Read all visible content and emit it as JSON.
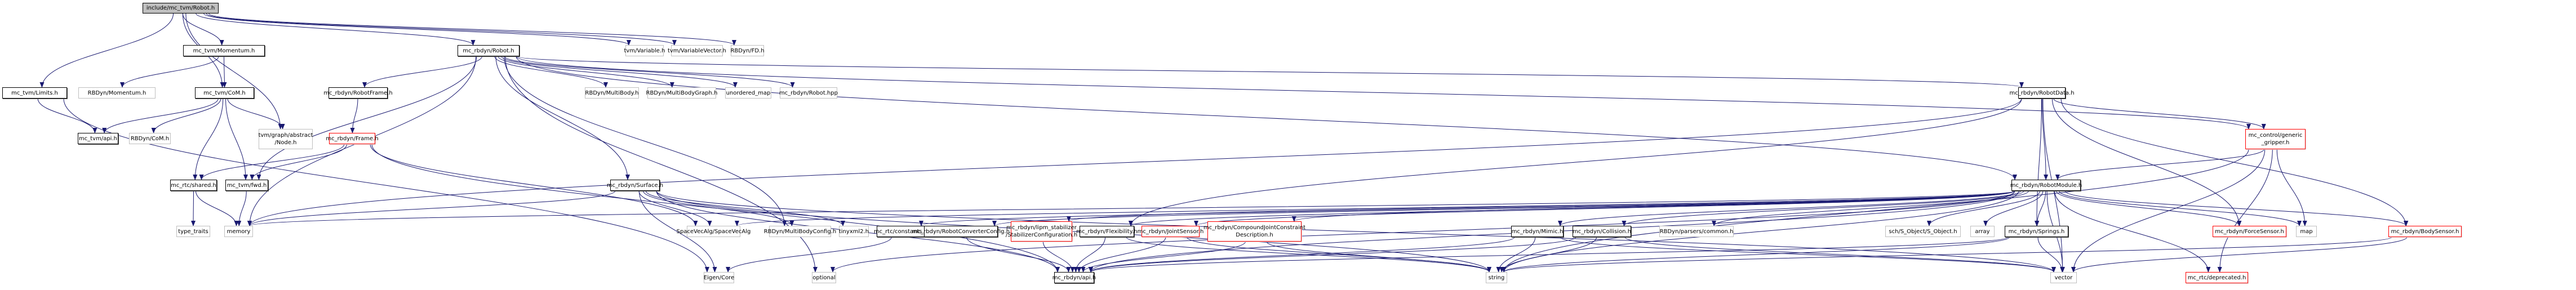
{
  "title": "include/mc_tvm/Robot.h",
  "colors": {
    "edge": "#191970",
    "root_fill": "#bfbfbf",
    "local_border": "#000000",
    "incomplete_border": "#ff0000",
    "external_border": "#bfbfbf"
  },
  "nodes": [
    {
      "id": "root",
      "label": "include/mc_tvm/Robot.h",
      "kind": "root"
    },
    {
      "id": "momentum",
      "label": "mc_tvm/Momentum.h",
      "kind": "local"
    },
    {
      "id": "limits",
      "label": "mc_tvm/Limits.h",
      "kind": "local"
    },
    {
      "id": "rbd_momentum",
      "label": "RBDyn/Momentum.h",
      "kind": "external"
    },
    {
      "id": "com",
      "label": "mc_tvm/CoM.h",
      "kind": "local"
    },
    {
      "id": "tvm_api",
      "label": "mc_tvm/api.h",
      "kind": "local"
    },
    {
      "id": "rbd_com",
      "label": "RBDyn/CoM.h",
      "kind": "external"
    },
    {
      "id": "node_h",
      "label": "tvm/graph/abstract\n/Node.h",
      "kind": "external"
    },
    {
      "id": "shared",
      "label": "mc_rtc/shared.h",
      "kind": "local"
    },
    {
      "id": "tvm_fwd",
      "label": "mc_tvm/fwd.h",
      "kind": "local"
    },
    {
      "id": "type_traits",
      "label": "type_traits",
      "kind": "external"
    },
    {
      "id": "memory",
      "label": "memory",
      "kind": "external"
    },
    {
      "id": "robot_h",
      "label": "mc_rbdyn/Robot.h",
      "kind": "local"
    },
    {
      "id": "variable",
      "label": "tvm/Variable.h",
      "kind": "external"
    },
    {
      "id": "variable_vector",
      "label": "tvm/VariableVector.h",
      "kind": "external"
    },
    {
      "id": "fd",
      "label": "RBDyn/FD.h",
      "kind": "external"
    },
    {
      "id": "robot_frame",
      "label": "mc_rbdyn/RobotFrame.h",
      "kind": "local"
    },
    {
      "id": "frame",
      "label": "mc_rbdyn/Frame.h",
      "kind": "incomplete"
    },
    {
      "id": "multibody",
      "label": "RBDyn/MultiBody.h",
      "kind": "external"
    },
    {
      "id": "multibody_graph",
      "label": "RBDyn/MultiBodyGraph.h",
      "kind": "external"
    },
    {
      "id": "unordered_map",
      "label": "unordered_map",
      "kind": "external"
    },
    {
      "id": "robot_hpp",
      "label": "mc_rbdyn/Robot.hpp",
      "kind": "external"
    },
    {
      "id": "robot_data",
      "label": "mc_rbdyn/RobotData.h",
      "kind": "local"
    },
    {
      "id": "generic_gripper",
      "label": "mc_control/generic\n_gripper.h",
      "kind": "incomplete"
    },
    {
      "id": "surface",
      "label": "mc_rbdyn/Surface.h",
      "kind": "local"
    },
    {
      "id": "robot_module",
      "label": "mc_rbdyn/RobotModule.h",
      "kind": "local"
    },
    {
      "id": "spacevecalg",
      "label": "SpaceVecAlg/SpaceVecAlg",
      "kind": "external"
    },
    {
      "id": "multibody_config",
      "label": "RBDyn/MultiBodyConfig.h",
      "kind": "external"
    },
    {
      "id": "tinyxml2",
      "label": "tinyxml2.h",
      "kind": "external"
    },
    {
      "id": "constants",
      "label": "mc_rtc/constants.h",
      "kind": "local"
    },
    {
      "id": "robot_converter_config",
      "label": "mc_rbdyn/RobotConverterConfig.h",
      "kind": "local"
    },
    {
      "id": "stabilizer_config",
      "label": "mc_rbdyn/lipm_stabilizer\n/StabilizerConfiguration.h",
      "kind": "incomplete"
    },
    {
      "id": "flexibility",
      "label": "mc_rbdyn/Flexibility.h",
      "kind": "local"
    },
    {
      "id": "joint_sensor",
      "label": "mc_rbdyn/JointSensor.h",
      "kind": "incomplete"
    },
    {
      "id": "compound_joint",
      "label": "mc_rbdyn/CompoundJointConstraint\nDescription.h",
      "kind": "incomplete"
    },
    {
      "id": "mimic",
      "label": "mc_rbdyn/Mimic.h",
      "kind": "local"
    },
    {
      "id": "collision",
      "label": "mc_rbdyn/Collision.h",
      "kind": "local"
    },
    {
      "id": "parsers_common",
      "label": "RBDyn/parsers/common.h",
      "kind": "external"
    },
    {
      "id": "s_object",
      "label": "sch/S_Object/S_Object.h",
      "kind": "external"
    },
    {
      "id": "array",
      "label": "array",
      "kind": "external"
    },
    {
      "id": "springs",
      "label": "mc_rbdyn/Springs.h",
      "kind": "local"
    },
    {
      "id": "force_sensor",
      "label": "mc_rbdyn/ForceSensor.h",
      "kind": "incomplete"
    },
    {
      "id": "map",
      "label": "map",
      "kind": "external"
    },
    {
      "id": "body_sensor",
      "label": "mc_rbdyn/BodySensor.h",
      "kind": "incomplete"
    },
    {
      "id": "eigen_core",
      "label": "Eigen/Core",
      "kind": "external"
    },
    {
      "id": "optional",
      "label": "optional",
      "kind": "external"
    },
    {
      "id": "rbdyn_api",
      "label": "mc_rbdyn/api.h",
      "kind": "local"
    },
    {
      "id": "string",
      "label": "string",
      "kind": "external"
    },
    {
      "id": "vector",
      "label": "vector",
      "kind": "external"
    },
    {
      "id": "deprecated",
      "label": "mc_rtc/deprecated.h",
      "kind": "incomplete"
    }
  ],
  "edges": [
    [
      "root",
      "momentum"
    ],
    [
      "root",
      "limits"
    ],
    [
      "root",
      "com"
    ],
    [
      "root",
      "node_h"
    ],
    [
      "root",
      "robot_h"
    ],
    [
      "root",
      "variable"
    ],
    [
      "root",
      "variable_vector"
    ],
    [
      "root",
      "fd"
    ],
    [
      "momentum",
      "rbd_momentum"
    ],
    [
      "momentum",
      "com"
    ],
    [
      "limits",
      "tvm_api"
    ],
    [
      "limits",
      "eigen_core"
    ],
    [
      "com",
      "tvm_api"
    ],
    [
      "com",
      "rbd_com"
    ],
    [
      "com",
      "node_h"
    ],
    [
      "com",
      "shared"
    ],
    [
      "com",
      "tvm_fwd"
    ],
    [
      "shared",
      "type_traits"
    ],
    [
      "shared",
      "memory"
    ],
    [
      "tvm_fwd",
      "memory"
    ],
    [
      "robot_h",
      "robot_frame"
    ],
    [
      "robot_h",
      "multibody"
    ],
    [
      "robot_h",
      "multibody_graph"
    ],
    [
      "robot_h",
      "unordered_map"
    ],
    [
      "robot_h",
      "robot_hpp"
    ],
    [
      "robot_h",
      "robot_data"
    ],
    [
      "robot_h",
      "surface"
    ],
    [
      "robot_h",
      "robot_module"
    ],
    [
      "robot_h",
      "tvm_fwd"
    ],
    [
      "robot_h",
      "memory"
    ],
    [
      "robot_h",
      "multibody_config"
    ],
    [
      "robot_h",
      "generic_gripper"
    ],
    [
      "robot_h",
      "optional"
    ],
    [
      "robot_frame",
      "frame"
    ],
    [
      "frame",
      "shared"
    ],
    [
      "frame",
      "tvm_fwd"
    ],
    [
      "frame",
      "spacevecalg"
    ],
    [
      "frame",
      "rbdyn_api"
    ],
    [
      "robot_data",
      "generic_gripper"
    ],
    [
      "robot_data",
      "robot_module"
    ],
    [
      "robot_data",
      "springs"
    ],
    [
      "robot_data",
      "force_sensor"
    ],
    [
      "robot_data",
      "body_sensor"
    ],
    [
      "robot_data",
      "memory"
    ],
    [
      "robot_data",
      "flexibility"
    ],
    [
      "robot_data",
      "vector"
    ],
    [
      "generic_gripper",
      "robot_module"
    ],
    [
      "generic_gripper",
      "map"
    ],
    [
      "generic_gripper",
      "string"
    ],
    [
      "generic_gripper",
      "vector"
    ],
    [
      "generic_gripper",
      "deprecated"
    ],
    [
      "surface",
      "memory"
    ],
    [
      "surface",
      "spacevecalg"
    ],
    [
      "surface",
      "multibody_config"
    ],
    [
      "surface",
      "tinyxml2"
    ],
    [
      "surface",
      "rbdyn_api"
    ],
    [
      "surface",
      "string"
    ],
    [
      "surface",
      "vector"
    ],
    [
      "surface",
      "eigen_core"
    ],
    [
      "robot_module",
      "constants"
    ],
    [
      "robot_module",
      "robot_converter_config"
    ],
    [
      "robot_module",
      "stabilizer_config"
    ],
    [
      "robot_module",
      "flexibility"
    ],
    [
      "robot_module",
      "joint_sensor"
    ],
    [
      "robot_module",
      "compound_joint"
    ],
    [
      "robot_module",
      "mimic"
    ],
    [
      "robot_module",
      "collision"
    ],
    [
      "robot_module",
      "parsers_common"
    ],
    [
      "robot_module",
      "s_object"
    ],
    [
      "robot_module",
      "array"
    ],
    [
      "robot_module",
      "springs"
    ],
    [
      "robot_module",
      "force_sensor"
    ],
    [
      "robot_module",
      "map"
    ],
    [
      "robot_module",
      "body_sensor"
    ],
    [
      "robot_module",
      "rbdyn_api"
    ],
    [
      "robot_module",
      "string"
    ],
    [
      "robot_module",
      "vector"
    ],
    [
      "robot_module",
      "deprecated"
    ],
    [
      "robot_module",
      "optional"
    ],
    [
      "robot_module",
      "spacevecalg"
    ],
    [
      "robot_module",
      "memory"
    ],
    [
      "constants",
      "eigen_core"
    ],
    [
      "robot_converter_config",
      "rbdyn_api"
    ],
    [
      "stabilizer_config",
      "rbdyn_api"
    ],
    [
      "flexibility",
      "rbdyn_api"
    ],
    [
      "flexibility",
      "string"
    ],
    [
      "joint_sensor",
      "rbdyn_api"
    ],
    [
      "joint_sensor",
      "string"
    ],
    [
      "compound_joint",
      "string"
    ],
    [
      "compound_joint",
      "rbdyn_api"
    ],
    [
      "mimic",
      "string"
    ],
    [
      "mimic",
      "rbdyn_api"
    ],
    [
      "mimic",
      "vector"
    ],
    [
      "collision",
      "string"
    ],
    [
      "collision",
      "rbdyn_api"
    ],
    [
      "collision",
      "vector"
    ],
    [
      "springs",
      "vector"
    ],
    [
      "springs",
      "rbdyn_api"
    ],
    [
      "springs",
      "string"
    ],
    [
      "body_sensor",
      "vector"
    ],
    [
      "body_sensor",
      "string"
    ]
  ]
}
